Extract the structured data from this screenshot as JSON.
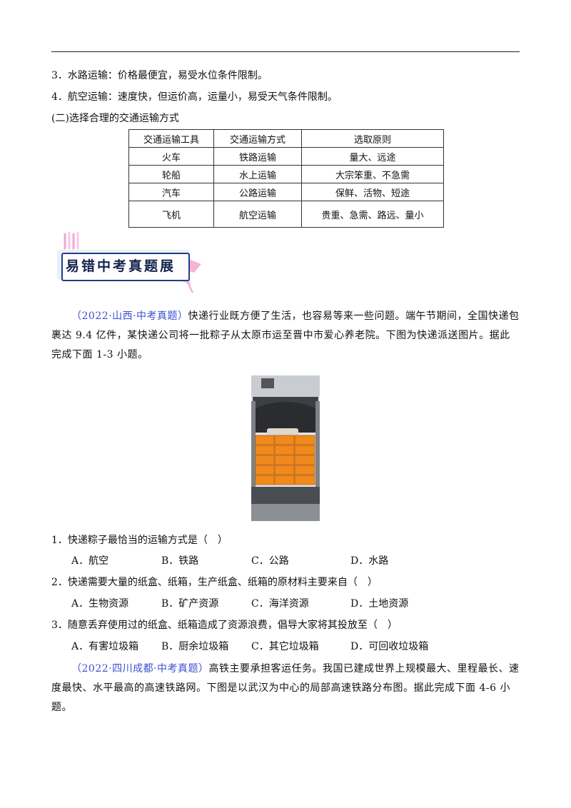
{
  "lines": {
    "water": "3．水路运输：价格最便宜，易受水位条件限制。",
    "air": "4．航空运输：速度快，但运价高，运量小，易受天气条件限制。",
    "section": "(二)选择合理的交通运输方式"
  },
  "table": {
    "headers": [
      "交通运输工具",
      "交通运输方式",
      "选取原则"
    ],
    "rows": [
      [
        "火车",
        "铁路运输",
        "量大、远途"
      ],
      [
        "轮船",
        "水上运输",
        "大宗笨重、不急需"
      ],
      [
        "汽车",
        "公路运输",
        "保鲜、活物、短途"
      ],
      [
        "飞机",
        "航空运输",
        "贵重、急需、路远、量小"
      ]
    ]
  },
  "banner": {
    "title": "易错中考真题展"
  },
  "passage1": {
    "source": "（2022·山西·中考真题）",
    "text": "快递行业既方便了生活，也容易等来一些问题。端午节期间，全国快递包裹达 9.4 亿件，某快递公司将一批粽子从太原市运至晋中市爱心养老院。下图为快递派送图片。据此完成下面 1-3 小题。"
  },
  "questions": [
    {
      "stem": "1．快递粽子最恰当的运输方式是（　）",
      "options": [
        "A．航空",
        "B．铁路",
        "C．公路",
        "D．水路"
      ]
    },
    {
      "stem": "2．快递需要大量的纸盒、纸箱，生产纸盒、纸箱的原材料主要来自（　）",
      "options": [
        "A．生物资源",
        "B．矿产资源",
        "C．海洋资源",
        "D．土地资源"
      ]
    },
    {
      "stem": "3．随意丢弃使用过的纸盒、纸箱造成了资源浪费，倡导大家将其投放至（　）",
      "options": [
        "A．有害垃圾箱",
        "B．厨余垃圾箱",
        "C．其它垃圾箱",
        "D．可回收垃圾箱"
      ]
    }
  ],
  "passage2": {
    "source": "（2022·四川成都·中考真题）",
    "text": "高铁主要承担客运任务。我国已建成世界上规模最大、里程最长、速度最快、水平最高的高速铁路网。下图是以武汉为中心的局部高速铁路分布图。据此完成下面 4-6 小题。"
  }
}
